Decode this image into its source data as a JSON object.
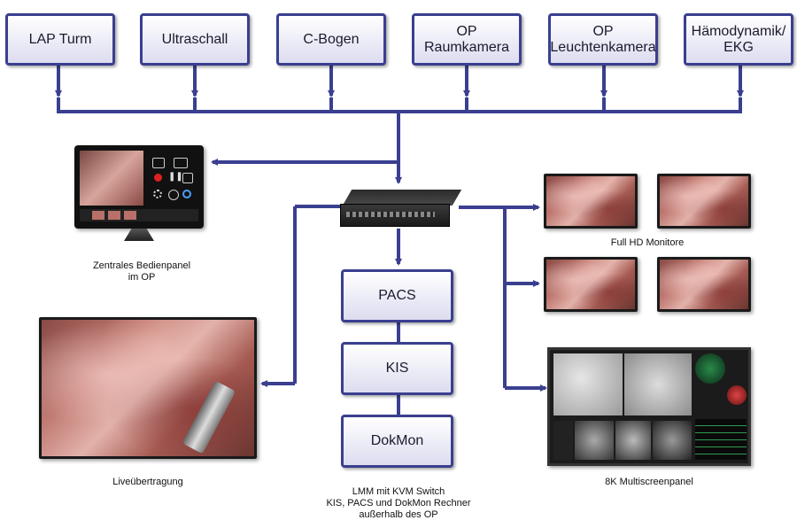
{
  "sources": [
    {
      "label": "LAP Turm"
    },
    {
      "label": "Ultraschall"
    },
    {
      "label": "C-Bogen"
    },
    {
      "label": "OP\nRaumkamera"
    },
    {
      "label": "OP\nLeuchtenkamera"
    },
    {
      "label": "Hämodynamik/\nEKG"
    }
  ],
  "systems": [
    {
      "label": "PACS"
    },
    {
      "label": "KIS"
    },
    {
      "label": "DokMon"
    }
  ],
  "captions": {
    "control_panel": "Zentrales Bedienpanel\nim OP",
    "full_hd": "Full HD Monitore",
    "live": "Liveübertragung",
    "lmm": "LMM mit KVM Switch\nKIS, PACS und DokMon Rechner\naußerhalb des OP",
    "multiscreen": "8K Multiscreenpanel"
  },
  "colors": {
    "line": "#3a3f8f",
    "box_border": "#3a3f8f"
  }
}
